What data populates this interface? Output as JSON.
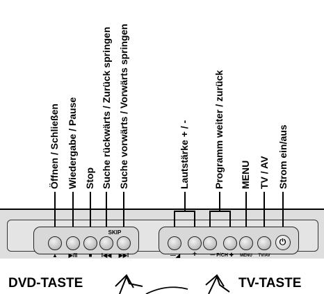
{
  "labels": {
    "eject": "Öffnen / Schließen",
    "play_pause": "Wiedergabe / Pause",
    "stop": "Stop",
    "skip_back": "Suche rückwärts / Zurück springen",
    "skip_forward": "Suche vorwärts / Vorwärts springen",
    "volume": "Lautstärke + / -",
    "program": "Programm weiter / zurück",
    "menu": "MENU",
    "tv_av": "TV / AV",
    "power": "Strom ein/aus"
  },
  "panel": {
    "skip_caption": "SKIP",
    "eject_symbol": "▲",
    "play_symbol": "▶/II",
    "stop_symbol": "■",
    "prev_symbol": "I◀◀",
    "next_symbol": "▶▶I",
    "vol_minus_symbol": "—◢",
    "vol_plus_symbol": "+",
    "pch_symbol": "— P/CH ✚",
    "menu_symbol": "MENU",
    "tvav_symbol": "TV/AV",
    "power_symbol": "⏻"
  },
  "captions": {
    "dvd": "DVD-TASTE",
    "tv": "TV-TASTE"
  }
}
